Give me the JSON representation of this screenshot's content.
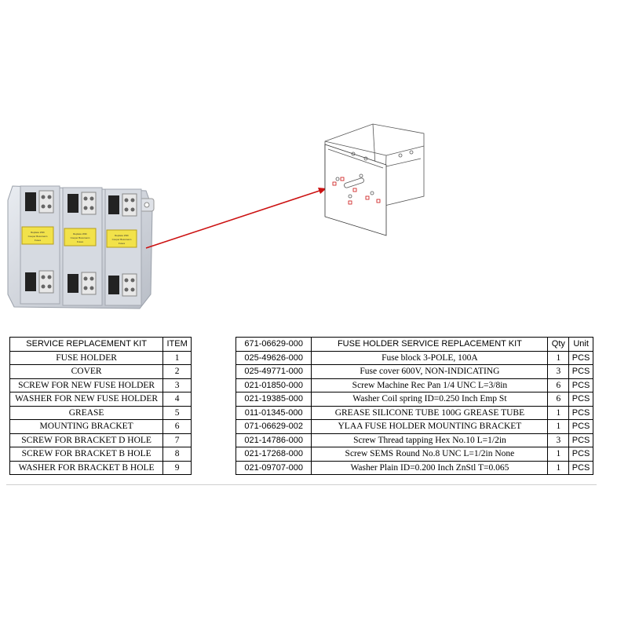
{
  "left_table": {
    "headers": [
      "SERVICE REPLACEMENT KIT",
      "ITEM"
    ],
    "rows": [
      {
        "name": "FUSE HOLDER",
        "item": "1"
      },
      {
        "name": "COVER",
        "item": "2"
      },
      {
        "name": "SCREW FOR NEW FUSE HOLDER",
        "item": "3"
      },
      {
        "name": "WASHER FOR NEW FUSE HOLDER",
        "item": "4"
      },
      {
        "name": "GREASE",
        "item": "5"
      },
      {
        "name": "MOUNTING BRACKET",
        "item": "6"
      },
      {
        "name": "SCREW FOR BRACKET D HOLE",
        "item": "7"
      },
      {
        "name": "SCREW FOR BRACKET B HOLE",
        "item": "8"
      },
      {
        "name": "WASHER FOR BRACKET B HOLE",
        "item": "9"
      }
    ]
  },
  "right_table": {
    "headers": [
      "671-06629-000",
      "FUSE HOLDER SERVICE REPLACEMENT KIT",
      "Qty",
      "Unit"
    ],
    "rows": [
      {
        "part": "025-49626-000",
        "desc": "Fuse block 3-POLE, 100A",
        "qty": "1",
        "unit": "PCS"
      },
      {
        "part": "025-49771-000",
        "desc": "Fuse cover 600V, NON-INDICATING",
        "qty": "3",
        "unit": "PCS"
      },
      {
        "part": "021-01850-000",
        "desc": "Screw Machine Rec Pan 1/4 UNC L=3/8in",
        "qty": "6",
        "unit": "PCS"
      },
      {
        "part": "021-19385-000",
        "desc": "Washer Coil spring ID=0.250 Inch Emp St",
        "qty": "6",
        "unit": "PCS"
      },
      {
        "part": "011-01345-000",
        "desc": "GREASE SILICONE TUBE 100G GREASE TUBE",
        "qty": "1",
        "unit": "PCS"
      },
      {
        "part": "071-06629-002",
        "desc": "YLAA FUSE HOLDER MOUNTING BRACKET",
        "qty": "1",
        "unit": "PCS"
      },
      {
        "part": "021-14786-000",
        "desc": "Screw Thread tapping Hex No.10 L=1/2in",
        "qty": "3",
        "unit": "PCS"
      },
      {
        "part": "021-17268-000",
        "desc": "Screw SEMS Round No.8 UNC L=1/2in None",
        "qty": "1",
        "unit": "PCS"
      },
      {
        "part": "021-09707-000",
        "desc": "Washer Plain ID=0.200 Inch ZnStl T=0.065",
        "qty": "1",
        "unit": "PCS"
      }
    ]
  },
  "photo": {
    "label_lines": [
      "Replace With",
      "Cooper Bussmann",
      "Fuses"
    ]
  },
  "colors": {
    "arrow": "#cc1111",
    "label_yellow": "#f2e24a",
    "plastic": "#cfd3da"
  }
}
